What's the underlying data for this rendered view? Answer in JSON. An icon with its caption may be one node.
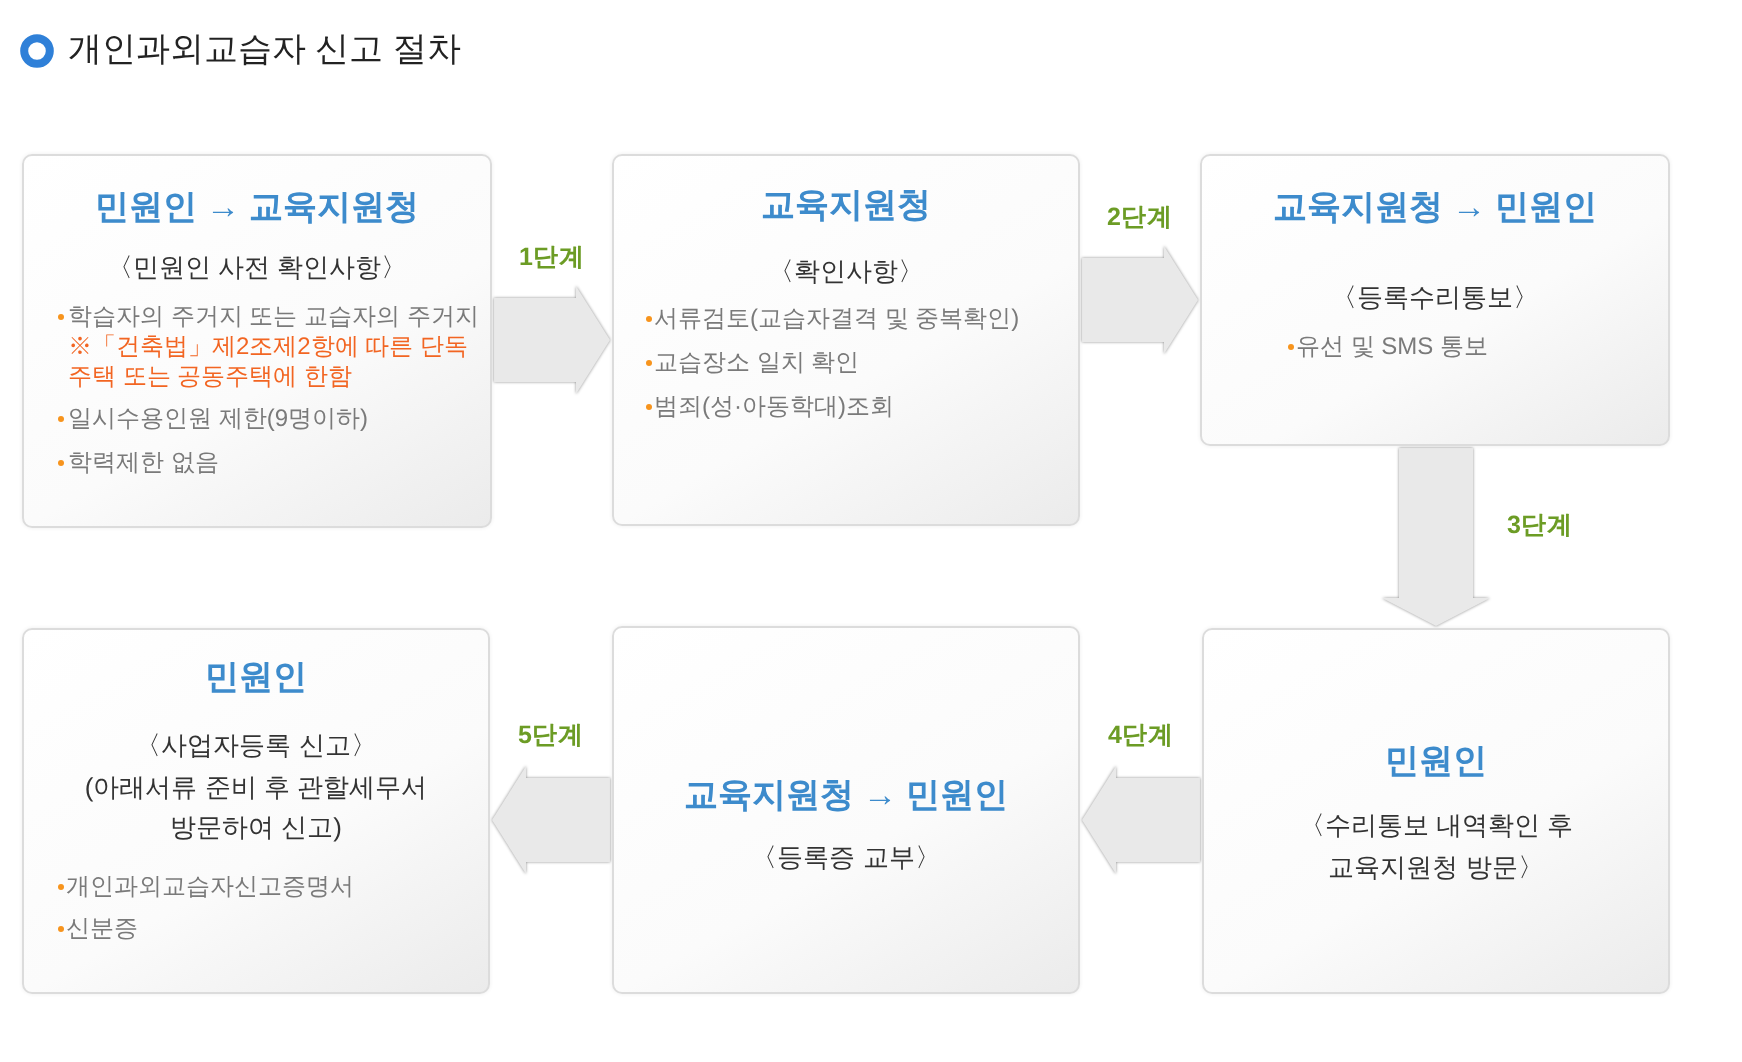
{
  "diagram": {
    "title": "개인과외교습자 신고 절차",
    "nodes": [
      {
        "text": [
          "민원인 → 교육지원청",
          "〈민원인 사전 확인사항〉",
          "학습자의 주거지 또는 교습자의 주거지",
          "※「건축법」제2조제2항에 따른 단독 주택 또는 공동주택에 한함",
          "일시수용인원 제한(9명이하)",
          "학력제한 없음"
        ]
      },
      {
        "text": [
          "교육지원청",
          "〈확인사항〉",
          "서류검토(교습자결격 및 중복확인)",
          "교습장소 일치 확인",
          "범죄(성·아동학대)조회"
        ]
      },
      {
        "text": [
          "교육지원청 → 민원인",
          "〈등록수리통보〉",
          "유선 및 SMS 통보"
        ]
      },
      {
        "text": [
          "민원인",
          "〈수리통보 내역확인 후 교육지원청 방문〉"
        ]
      },
      {
        "text": [
          "교육지원청 → 민원인",
          "〈등록증 교부〉"
        ]
      },
      {
        "text": [
          "민원인",
          "〈사업자등록 신고〉",
          "(아래서류 준비 후 관할세무서 방문하여 신고)",
          "개인과외교습자신고증명서",
          "신분증"
        ]
      }
    ],
    "edges": [
      {
        "from": 0,
        "to": 1,
        "arrow": "to",
        "label": "1단계"
      },
      {
        "from": 1,
        "to": 2,
        "arrow": "to",
        "label": "2단계"
      },
      {
        "from": 2,
        "to": 3,
        "arrow": "to",
        "label": "3단계"
      },
      {
        "from": 3,
        "to": 4,
        "arrow": "to",
        "label": "4단계"
      },
      {
        "from": 4,
        "to": 5,
        "arrow": "to",
        "label": "5단계"
      }
    ]
  }
}
